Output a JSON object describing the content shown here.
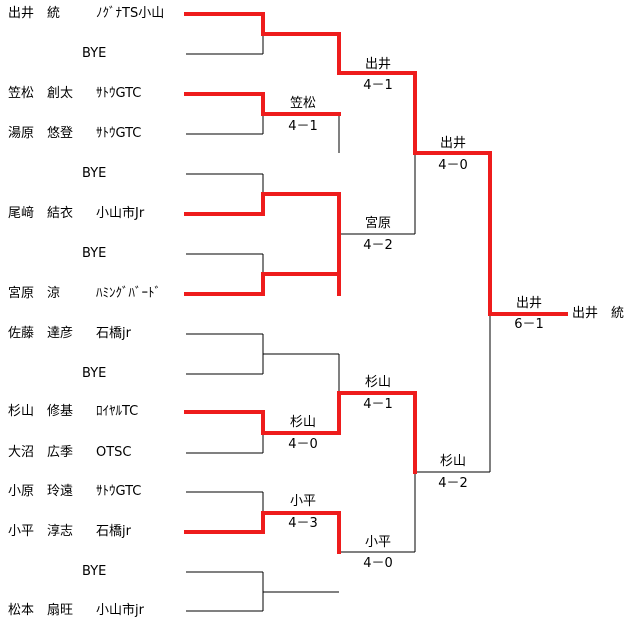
{
  "colors": {
    "winner_line": "#ee1c1c",
    "line": "#000000"
  },
  "entries": [
    {
      "name": "出井　統",
      "club": "ﾉｸﾞﾅTS小山"
    },
    {
      "name": "",
      "club": "BYE"
    },
    {
      "name": "笠松　創太",
      "club": "ｻﾄｳGTC"
    },
    {
      "name": "湯原　悠登",
      "club": "ｻﾄｳGTC"
    },
    {
      "name": "",
      "club": "BYE"
    },
    {
      "name": "尾﨑　結衣",
      "club": "小山市Jr"
    },
    {
      "name": "",
      "club": "BYE"
    },
    {
      "name": "宮原　涼",
      "club": "ﾊﾐﾝｸﾞﾊﾞｰﾄﾞ"
    },
    {
      "name": "佐藤　達彦",
      "club": "石橋jr"
    },
    {
      "name": "",
      "club": "BYE"
    },
    {
      "name": "杉山　修基",
      "club": "ﾛｲﾔﾙTC"
    },
    {
      "name": "大沼　広季",
      "club": "OTSC"
    },
    {
      "name": "小原　玲遠",
      "club": "ｻﾄｳGTC"
    },
    {
      "name": "小平　淳志",
      "club": "石橋jr"
    },
    {
      "name": "",
      "club": "BYE"
    },
    {
      "name": "松本　扇旺",
      "club": "小山市jr"
    }
  ],
  "results": {
    "r1_2": {
      "winner": "笠松",
      "score": "4－1"
    },
    "r1_6": {
      "winner": "杉山",
      "score": "4－0"
    },
    "r1_7": {
      "winner": "小平",
      "score": "4－3"
    },
    "qf_1": {
      "winner": "出井",
      "score": "4－1"
    },
    "qf_2": {
      "winner": "宮原",
      "score": "4－2"
    },
    "qf_3": {
      "winner": "杉山",
      "score": "4－1"
    },
    "qf_4": {
      "winner": "小平",
      "score": "4－0"
    },
    "sf_1": {
      "winner": "出井",
      "score": "4－0"
    },
    "sf_2": {
      "winner": "杉山",
      "score": "4－2"
    },
    "final": {
      "winner": "出井",
      "score": "6－1"
    },
    "champion": "出井　統"
  }
}
